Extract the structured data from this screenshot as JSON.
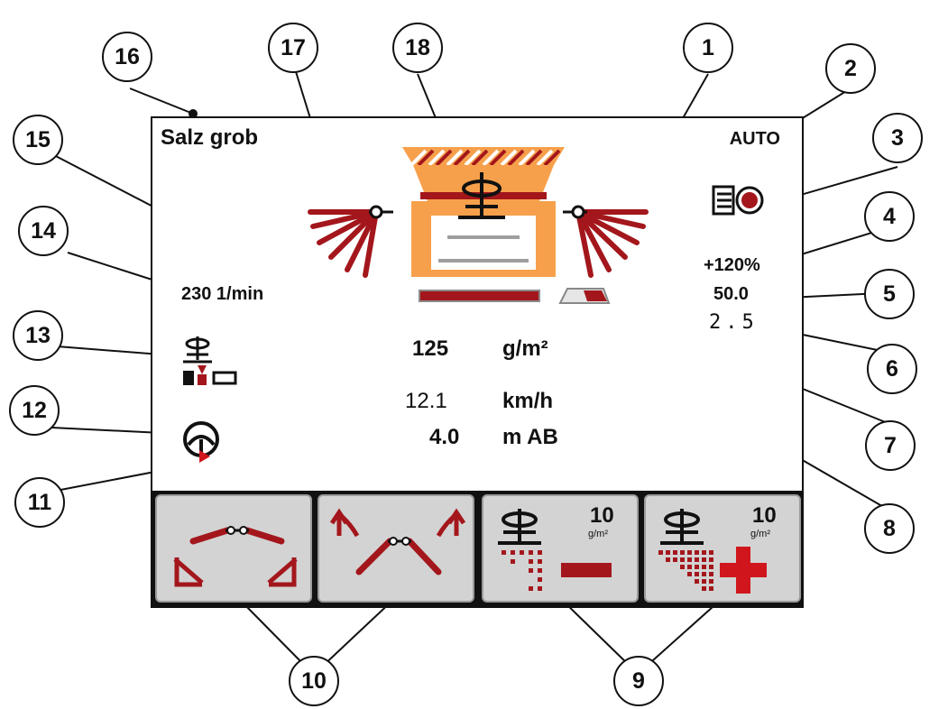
{
  "display": {
    "product_name": "Salz grob",
    "mode": "AUTO",
    "quantity_change": "+120%",
    "flow_value": "50.0",
    "small_value": "2.5",
    "disc_speed": "230 1/min",
    "application_rate": {
      "value": "125",
      "unit": "g/m²"
    },
    "speed": {
      "value": "12.1",
      "unit": "km/h"
    },
    "working_width": {
      "value": "4.0",
      "unit": "m AB"
    }
  },
  "softkeys": [
    {
      "name": "lower-boom",
      "icon": "spread-width-narrow-icon"
    },
    {
      "name": "raise-boom",
      "icon": "spread-width-wide-icon"
    },
    {
      "name": "rate-minus",
      "icon": "rate-decrease-icon",
      "value": "10",
      "unit": "g/m²"
    },
    {
      "name": "rate-plus",
      "icon": "rate-increase-icon",
      "value": "10",
      "unit": "g/m²"
    }
  ],
  "callouts": {
    "c1": "1",
    "c2": "2",
    "c3": "3",
    "c4": "4",
    "c5": "5",
    "c6": "6",
    "c7": "7",
    "c8": "8",
    "c9": "9",
    "c10": "10",
    "c11": "11",
    "c12": "12",
    "c13": "13",
    "c14": "14",
    "c15": "15",
    "c16": "16",
    "c17": "17",
    "c18": "18"
  },
  "colors": {
    "accent_red": "#a3171c",
    "machine_orange": "#f7a04b",
    "key_gray": "#d3d3d3"
  }
}
